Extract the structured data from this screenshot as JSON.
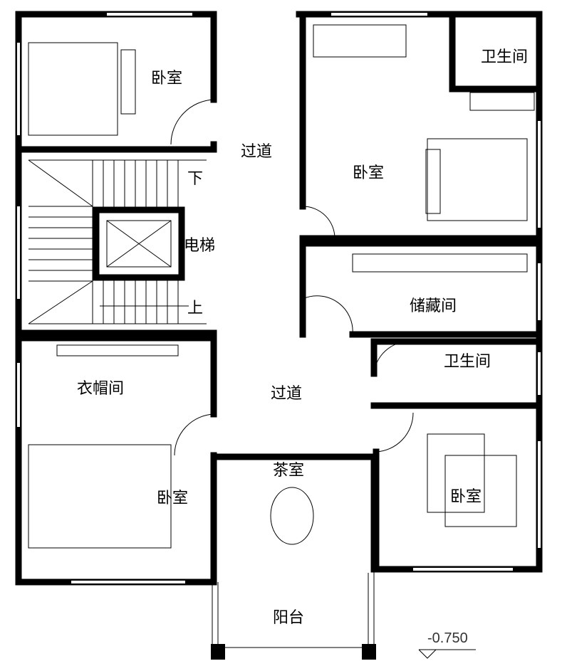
{
  "rooms": {
    "bedroom_top_left": "卧室",
    "corridor_top": "过道",
    "bedroom_top_right": "卧室",
    "bathroom_top_right": "卫生间",
    "stairs_down": "下",
    "stairs_up": "上",
    "elevator": "电梯",
    "storage": "储藏间",
    "bathroom_mid_right": "卫生间",
    "cloakroom": "衣帽间",
    "corridor_bottom": "过道",
    "tea_room": "茶室",
    "bedroom_bottom_left": "卧室",
    "bedroom_bottom_right": "卧室",
    "balcony": "阳台"
  },
  "level_mark": "-0.750"
}
